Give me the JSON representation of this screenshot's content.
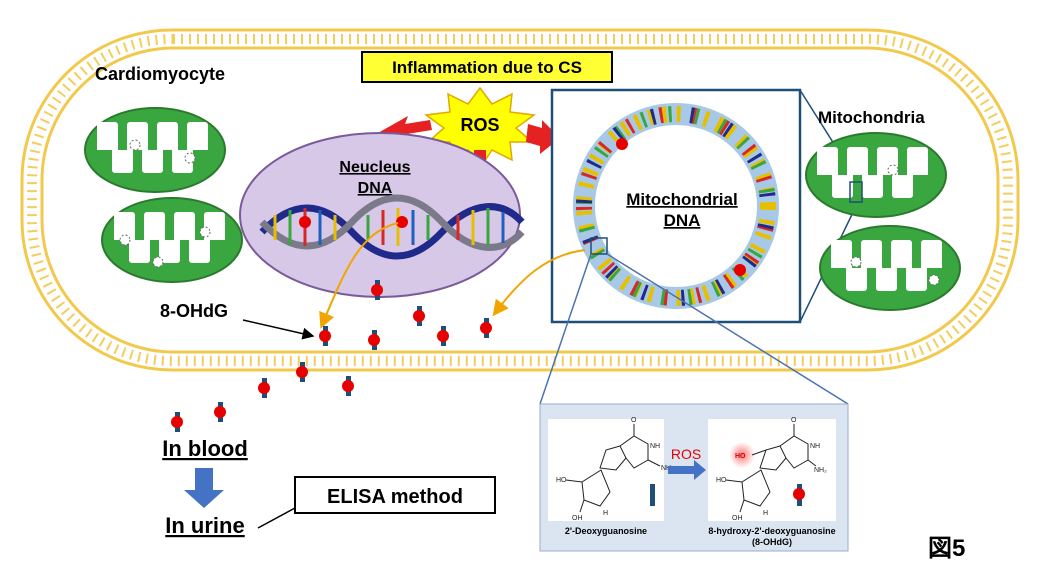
{
  "figure_label": "図5",
  "cell": {
    "label": "Cardiomyocyte"
  },
  "banner": {
    "text": "Inflammation due to CS"
  },
  "ros": {
    "label": "ROS"
  },
  "nucleus": {
    "line1": "Neucleus",
    "line2": "DNA"
  },
  "mito_dna": {
    "line1": "Mitochondrial",
    "line2": "DNA"
  },
  "mitochondria": {
    "label": "Mitochondria"
  },
  "marker": {
    "label": "8-OHdG"
  },
  "flow": {
    "blood": "In blood",
    "urine": "In urine",
    "method": "ELISA method"
  },
  "reaction": {
    "substrate": "2'-Deoxyguanosine",
    "arrow_label": "ROS",
    "product": "8-hydroxy-2'-deoxyguanosine",
    "product_abbr": "(8-OHdG)",
    "atoms": {
      "o": "O",
      "n": "N",
      "nh": "NH",
      "nh2": "NH₂",
      "ho": "HO",
      "oh": "OH",
      "h": "H"
    }
  },
  "colors": {
    "membrane": "#f2c94c",
    "mito_fill": "#3aa640",
    "nucleus_fill": "#d8c8e8",
    "banner_fill": "#ffff33",
    "ros_burst": "#ffff00",
    "ros_text": "#e60000",
    "arrow_red": "#e62121",
    "path_orange": "#f0a500",
    "box_blue": "#1f4e79",
    "flow_blue": "#4472c4"
  }
}
